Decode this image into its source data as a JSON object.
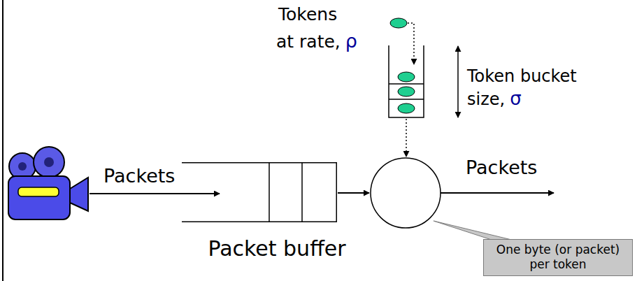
{
  "diagram": {
    "nodes": [
      {
        "text": [
          "Packet buffer"
        ]
      },
      {
        "text": [
          "One byte (or packet) per token"
        ]
      }
    ],
    "labels": [
      "Tokens",
      "at rate,",
      "ρ",
      "Token bucket",
      "size,",
      "σ",
      "Packets",
      "Packets"
    ]
  }
}
